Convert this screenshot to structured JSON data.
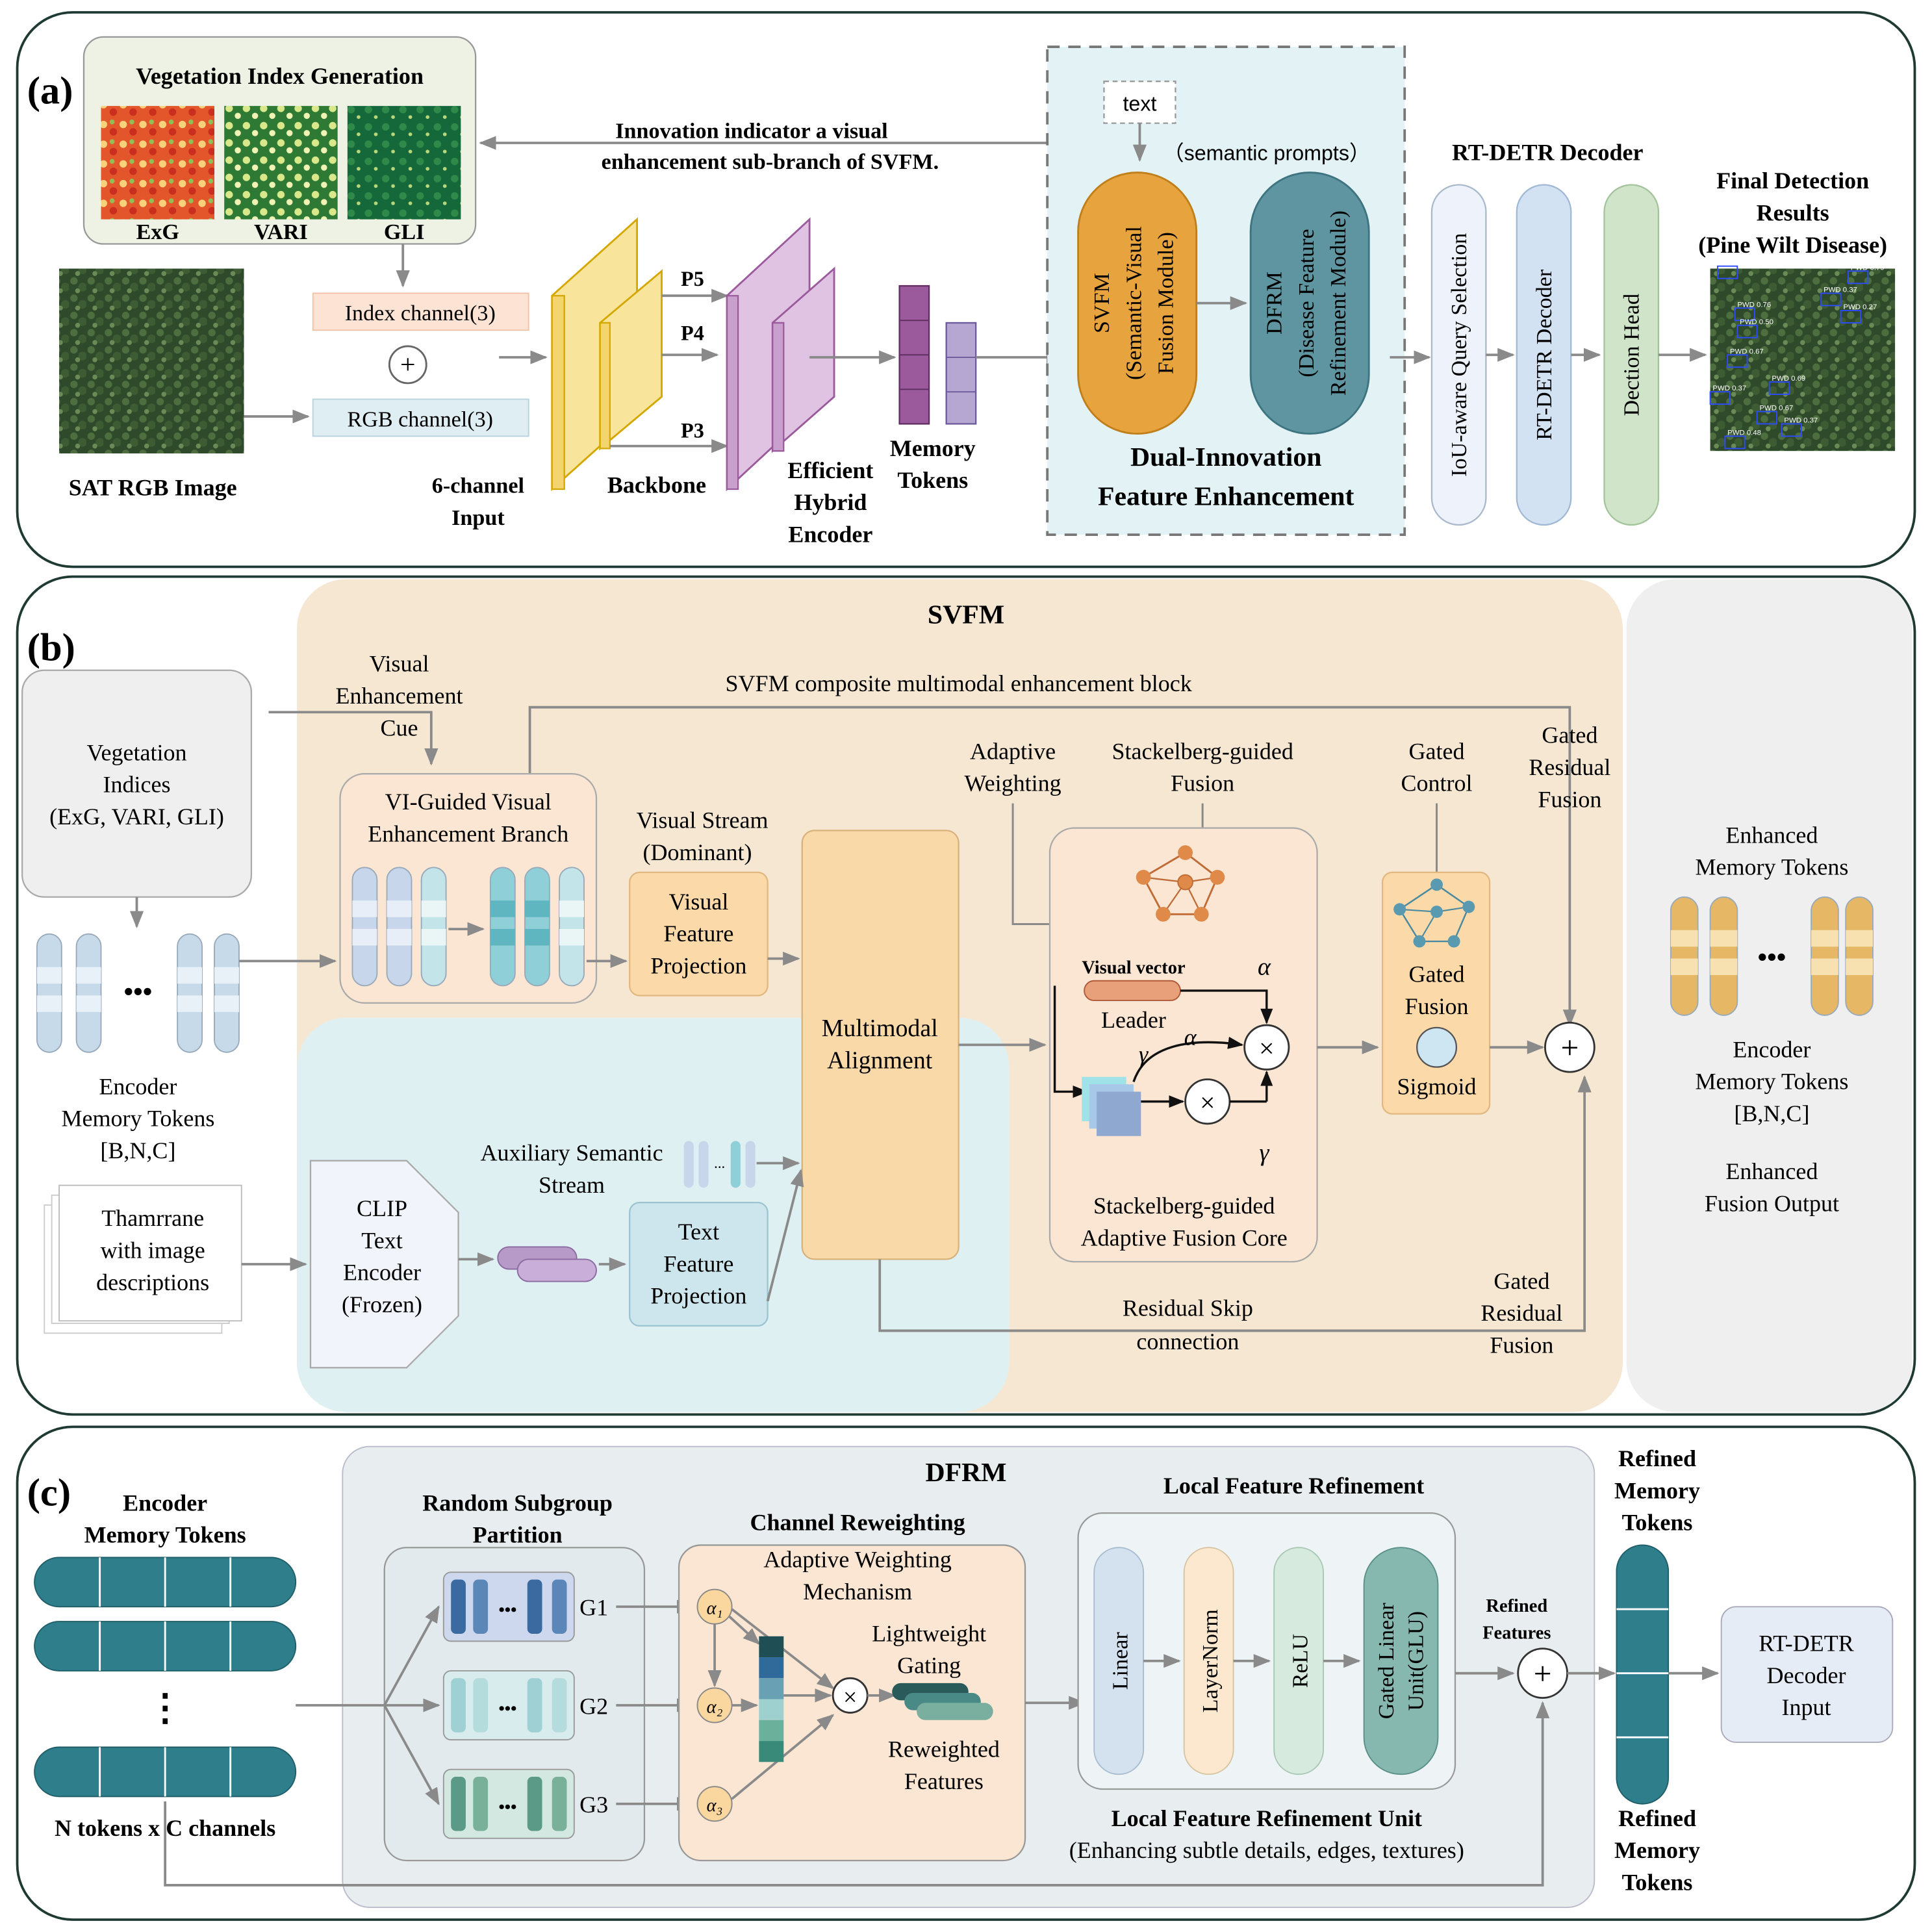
{
  "panel_a": {
    "tag": "(a)",
    "vig_title": "Vegetation Index Generation",
    "vi_names": [
      "ExG",
      "VARI",
      "GLI"
    ],
    "innovation_line1": "Innovation indicator a visual",
    "innovation_line2": "enhancement sub-branch of SVFM.",
    "text_box": "text",
    "semantic_prompts": "（semantic prompts）",
    "index_channel": "Index channel(3)",
    "rgb_channel": "RGB channel(3)",
    "plus": "+",
    "sat_label": "SAT RGB Image",
    "six_channel_1": "6-channel",
    "six_channel_2": "Input",
    "backbone": "Backbone",
    "p5": "P5",
    "p4": "P4",
    "p3": "P3",
    "efficient_1": "Efficient",
    "efficient_2": "Hybrid",
    "efficient_3": "Encoder",
    "memory_1": "Memory",
    "memory_2": "Tokens",
    "svfm_1": "SVFM",
    "svfm_2": "(Semantic-Visual",
    "svfm_3": "Fusion Module)",
    "dfrm_1": "DFRM",
    "dfrm_2": "(Disease Feature",
    "dfrm_3": "Refinement Module)",
    "dual_1": "Dual-Innovation",
    "dual_2": "Feature Enhancement",
    "rtdetr_title": "RT-DETR Decoder",
    "iou": "IoU-aware Query Selection",
    "rtdetr_dec": "RT-DETR Decoder",
    "head": "Dection Head",
    "final_1": "Final Detection",
    "final_2": "Results",
    "final_3": "(Pine Wilt Disease)"
  },
  "panel_b": {
    "tag": "(b)",
    "svfm_title": "SVFM",
    "vis_cue_1": "Visual",
    "vis_cue_2": "Enhancement",
    "vis_cue_3": "Cue",
    "composite": "SVFM composite multimodal enhancement block",
    "veg_1": "Vegetation",
    "veg_2": "Indices",
    "veg_3": "(ExG, VARI, GLI)",
    "vi_branch_1": "VI-Guided Visual",
    "vi_branch_2": "Enhancement Branch",
    "vis_stream_1": "Visual Stream",
    "vis_stream_2": "(Dominant)",
    "vfp_1": "Visual",
    "vfp_2": "Feature",
    "vfp_3": "Projection",
    "adaptive_1": "Adaptive",
    "adaptive_2": "Weighting",
    "stack_1": "Stackelberg-guided",
    "stack_2": "Fusion",
    "gated_ctrl_1": "Gated",
    "gated_ctrl_2": "Control",
    "gated_res_1": "Gated",
    "gated_res_2": "Residual",
    "gated_res_3": "Fusion",
    "enh_mem_1": "Enhanced",
    "enh_mem_2": "Memory Tokens",
    "ellipsis": "•••",
    "enc_mem_1": "Encoder",
    "enc_mem_2": "Memory Tokens",
    "enc_mem_3": "[B,N,C]",
    "mm_1": "Multimodal",
    "mm_2": "Alignment",
    "visual_vector": "Visual vector",
    "leader": "Leader",
    "alpha": "α",
    "gamma": "γ",
    "times": "×",
    "plus": "+",
    "gated_fusion_1": "Gated",
    "gated_fusion_2": "Fusion",
    "sigmoid": "Sigmoid",
    "right_enc_1": "Encoder",
    "right_enc_2": "Memory Tokens",
    "right_enc_3": "[B,N,C]",
    "enh_out_1": "Enhanced",
    "enh_out_2": "Fusion Output",
    "aux_1": "Auxiliary Semantic",
    "aux_2": "Stream",
    "small_dots": "...",
    "thamr_1": "Thamrrane",
    "thamr_2": "with image",
    "thamr_3": "descriptions",
    "clip_1": "CLIP",
    "clip_2": "Text",
    "clip_3": "Encoder",
    "clip_4": "(Frozen)",
    "tfp_1": "Text",
    "tfp_2": "Feature",
    "tfp_3": "Projection",
    "core_1": "Stackelberg-guided",
    "core_2": "Adaptive Fusion Core",
    "skip_1": "Residual Skip",
    "skip_2": "connection",
    "gated_res2_1": "Gated",
    "gated_res2_2": "Residual",
    "gated_res2_3": "Fusion"
  },
  "panel_c": {
    "tag": "(c)",
    "dfrm_title": "DFRM",
    "enc_1": "Encoder",
    "enc_2": "Memory Tokens",
    "vdots": "⋮",
    "n_tokens": "N tokens x C channels",
    "rsp_1": "Random Subgroup",
    "rsp_2": "Partition",
    "g1": "G1",
    "g2": "G2",
    "g3": "G3",
    "dots": "•••",
    "cr_title": "Channel Reweighting",
    "awm_1": "Adaptive Weighting",
    "awm_2": "Mechanism",
    "a1": "α₁",
    "a2": "α₂",
    "a3": "α₃",
    "times": "×",
    "lw_1": "Lightweight",
    "lw_2": "Gating",
    "rw_1": "Reweighted",
    "rw_2": "Features",
    "lfr_title": "Local Feature Refinement",
    "linear": "Linear",
    "layernorm": "LayerNorm",
    "relu": "ReLU",
    "glu_1": "Gated Linear",
    "glu_2": "Unit(GLU)",
    "lfru_1": "Local Feature Refinement Unit",
    "lfru_2": "(Enhancing subtle details, edges, textures)",
    "ref_feat_1": "Refined",
    "ref_feat_2": "Features",
    "plus": "+",
    "rmt_1": "Refined",
    "rmt_2": "Memory",
    "rmt_3": "Tokens",
    "rmt_b1": "Refined",
    "rmt_b2": "Memory",
    "rmt_b3": "Tokens",
    "rt_1": "RT-DETR",
    "rt_2": "Decoder",
    "rt_3": "Input"
  },
  "detections": [
    "PWD 0.74",
    "PWD 0.79",
    "PWD 0.76",
    "PWD 0.37",
    "PWD 0.50",
    "PWD 0.27",
    "PWD 0.67",
    "PWD 0.69",
    "PWD 0.37",
    "PWD 0.67",
    "PWD 0.37",
    "PWD 0.48"
  ],
  "colors": {
    "panel_border": "#1f3a33",
    "arrow": "#8a8a8a",
    "svfm_fill": "#e6a33e",
    "dfrm_fill": "#5f95a0",
    "backbone_fill": "#f9e49c",
    "encoder_fill": "#e0c2e3",
    "memory_dark": "#9a5a9c",
    "teal_token": "#2f7e8b",
    "orange_bg": "#f6e7d2",
    "blue_bg": "#dff0f2"
  }
}
